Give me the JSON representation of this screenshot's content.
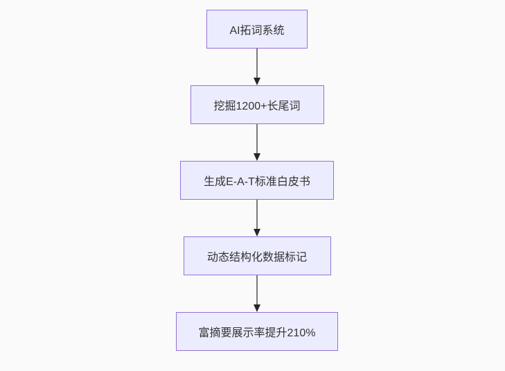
{
  "flowchart": {
    "type": "flowchart-top-down",
    "nodes": [
      {
        "label": "AI拓词系统"
      },
      {
        "label": "挖掘1200+长尾词"
      },
      {
        "label": "生成E-A-T标准白皮书"
      },
      {
        "label": "动态结构化数据标记"
      },
      {
        "label": "富摘要展示率提升210%"
      }
    ],
    "edges": [
      {
        "from": 0,
        "to": 1
      },
      {
        "from": 1,
        "to": 2
      },
      {
        "from": 2,
        "to": 3
      },
      {
        "from": 3,
        "to": 4
      }
    ]
  },
  "colors": {
    "background": "#FAFAFA",
    "node_fill": "#ECECFF",
    "node_border": "#9370DB",
    "node_text": "#333333",
    "edge_line": "#7A7A7A",
    "edge_arrowhead": "#262626"
  }
}
